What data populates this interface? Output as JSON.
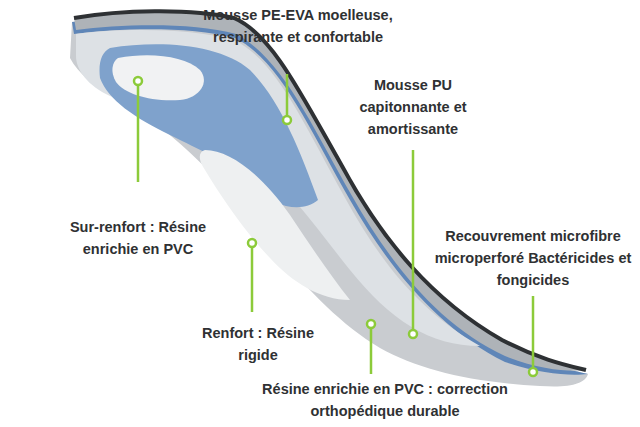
{
  "diagram": {
    "labels": [
      "Mousse PE-EVA moelleuse, respirante et confortable",
      "Mousse PU capitonnante et amortissante",
      "Sur-renfort : Résine enrichie en PVC",
      "Recouvrement microfibre microperforé Bactéricides et fongicides",
      "Renfort : Résine rigide",
      "Résine enrichie en PVC : correction orthopédique durable"
    ]
  }
}
